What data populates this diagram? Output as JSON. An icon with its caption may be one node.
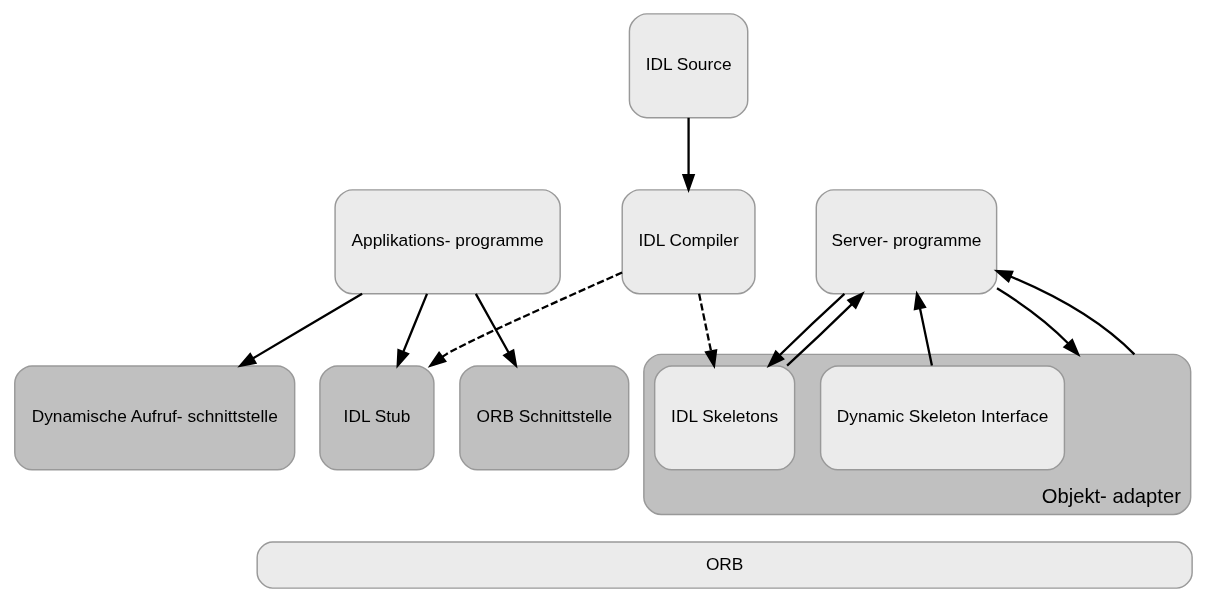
{
  "diagram": {
    "nodes": [
      {
        "text": [
          "IDL Source"
        ]
      },
      {
        "text": [
          "Applikations- programme"
        ]
      },
      {
        "text": [
          "IDL Compiler"
        ]
      },
      {
        "text": [
          "Server- programme"
        ]
      },
      {
        "text": [
          "Dynamische Aufruf- schnittstelle"
        ]
      },
      {
        "text": [
          "IDL Stub"
        ]
      },
      {
        "text": [
          "ORB Schnittstelle"
        ]
      },
      {
        "text": [
          "Objekt- adapter"
        ]
      },
      {
        "text": [
          "IDL Skeletons"
        ],
        "in": 7
      },
      {
        "text": [
          "Dynamic Skeleton Interface"
        ],
        "in": 7
      },
      {
        "text": [
          "ORB"
        ]
      }
    ],
    "edges": [
      {
        "from": 0,
        "to": 2,
        "arrow": "to"
      },
      {
        "from": 1,
        "to": 4,
        "arrow": "to"
      },
      {
        "from": 1,
        "to": 5,
        "arrow": "to"
      },
      {
        "from": 1,
        "to": 6,
        "arrow": "to"
      },
      {
        "from": 2,
        "to": 5,
        "arrow": "to",
        "style": "dashed"
      },
      {
        "from": 2,
        "to": 8,
        "arrow": "to",
        "style": "dashed"
      },
      {
        "from": 3,
        "to": 8,
        "arrow": "to"
      },
      {
        "from": 8,
        "to": 3,
        "arrow": "to"
      },
      {
        "from": 9,
        "to": 3,
        "arrow": "to"
      },
      {
        "from": 7,
        "to": 3,
        "arrow": "to"
      },
      {
        "from": 3,
        "to": 7,
        "arrow": "to"
      }
    ]
  }
}
